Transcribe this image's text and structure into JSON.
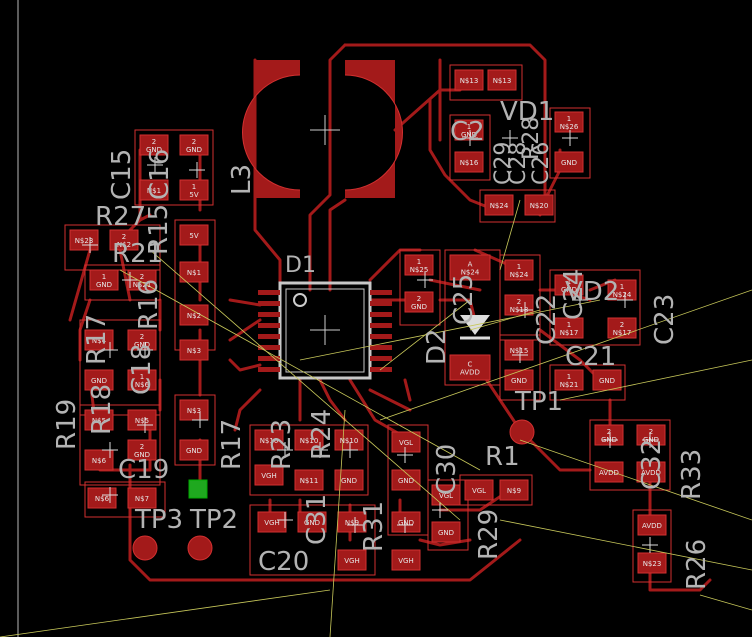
{
  "colors": {
    "background": "#000000",
    "copper": "#a31a1a",
    "copper_outline": "#d23030",
    "silkscreen": "#b3b3b3",
    "airwire": "#c8c85a",
    "pad_text": "#e6e6e6",
    "component_body": "#c8c8c8",
    "testpad_green": "#1fa81f"
  },
  "labels": {
    "C15": "C15",
    "C16": "C16",
    "R27": "R27",
    "R15": "R15",
    "L3": "L3",
    "R21": "R21",
    "R16": "R16",
    "R17": "R17",
    "R18": "R18",
    "R19": "R19",
    "C18": "C18",
    "C19": "C19",
    "R17b": "R17",
    "TP3": "TP3",
    "TP2": "TP2",
    "D1": "D1",
    "R23": "R23",
    "R24": "R24",
    "C31": "C31",
    "C20": "C20",
    "R31": "R31",
    "C30": "C30",
    "R29": "R29",
    "R1": "R1",
    "TP1": "TP1",
    "C25": "C25",
    "D2": "D2",
    "VD2": "VD2",
    "C24": "C24",
    "C22": "C22",
    "C21": "C21",
    "C23": "C23",
    "C32": "C32",
    "R33": "R33",
    "R26": "R26",
    "C2": "C2",
    "VD1": "VD1",
    "C28": "C28",
    "C29": "C29",
    "R28": "R28",
    "C26": "C26"
  },
  "nets": {
    "GND": "GND",
    "5V": "5V",
    "N$1": "N$1",
    "N$2": "N$2",
    "N$3": "N$3",
    "N$4": "N$4",
    "N$5": "N$5",
    "N$6": "N$6",
    "N$7": "N$7",
    "N$9": "N$9",
    "N$10": "N$10",
    "N$11": "N$11",
    "N$13": "N$13",
    "N$15": "N$15",
    "N$16": "N$16",
    "N$17": "N$17",
    "N$18": "N$18",
    "N$20": "N$20",
    "N$21": "N$21",
    "N$23": "N$23",
    "N$24": "N$24",
    "N$25": "N$25",
    "N$26": "N$26",
    "VGH": "VGH",
    "VGL": "VGL",
    "AVDD": "AVDD",
    "A": "A",
    "C": "C",
    "1": "1",
    "2": "2"
  }
}
